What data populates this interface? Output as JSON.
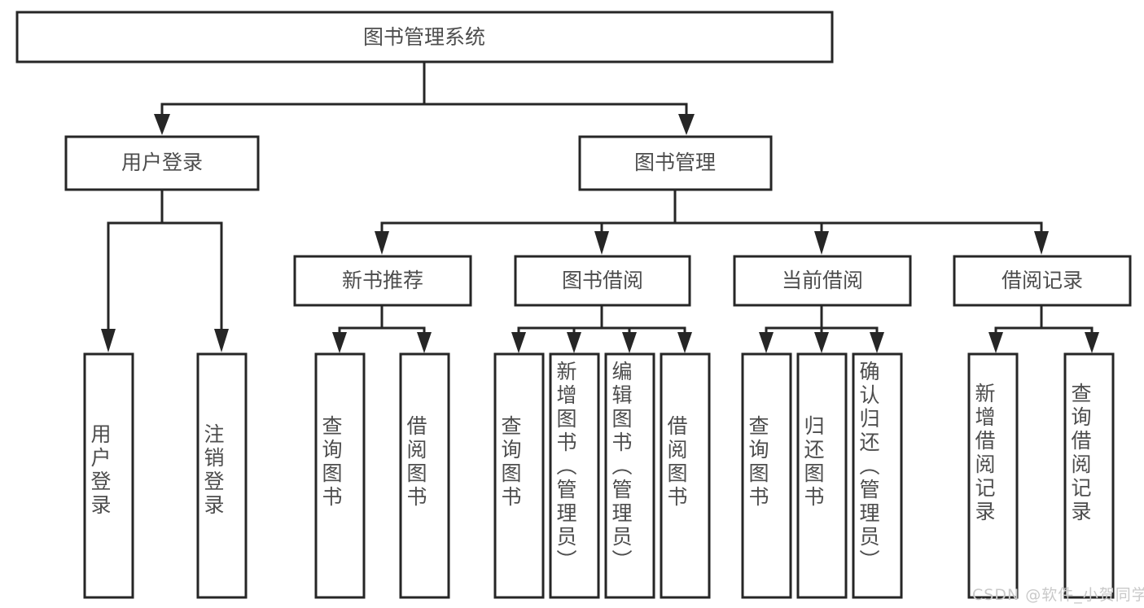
{
  "diagram": {
    "type": "tree-hierarchy",
    "title": "图书管理系统",
    "watermark": "CSDN @软件_小贺同学",
    "colors": {
      "stroke": "#262626",
      "text": "#4d4d4d",
      "background": "#ffffff",
      "watermark": "#c9c9c9"
    },
    "levels": {
      "level1": [
        {
          "id": "root",
          "label": "图书管理系统"
        }
      ],
      "level2": [
        {
          "id": "user-login",
          "label": "用户登录",
          "parent": "root"
        },
        {
          "id": "book-manage",
          "label": "图书管理",
          "parent": "root"
        }
      ],
      "level3": [
        {
          "id": "new-book-recommend",
          "label": "新书推荐",
          "parent": "book-manage"
        },
        {
          "id": "book-borrow",
          "label": "图书借阅",
          "parent": "book-manage"
        },
        {
          "id": "current-borrow",
          "label": "当前借阅",
          "parent": "book-manage"
        },
        {
          "id": "borrow-record",
          "label": "借阅记录",
          "parent": "book-manage"
        }
      ],
      "level4": [
        {
          "id": "leaf-user-login",
          "label": "用户登录",
          "parent": "user-login"
        },
        {
          "id": "leaf-logout",
          "label": "注销登录",
          "parent": "user-login"
        },
        {
          "id": "leaf-query-book-1",
          "label": "查询图书",
          "parent": "new-book-recommend"
        },
        {
          "id": "leaf-borrow-book-1",
          "label": "借阅图书",
          "parent": "new-book-recommend"
        },
        {
          "id": "leaf-query-book-2",
          "label": "查询图书",
          "parent": "book-borrow"
        },
        {
          "id": "leaf-add-book",
          "label": "新增图书（管理员）",
          "parent": "book-borrow"
        },
        {
          "id": "leaf-edit-book",
          "label": "编辑图书（管理员）",
          "parent": "book-borrow"
        },
        {
          "id": "leaf-borrow-book-2",
          "label": "借阅图书",
          "parent": "book-borrow"
        },
        {
          "id": "leaf-query-book-3",
          "label": "查询图书",
          "parent": "current-borrow"
        },
        {
          "id": "leaf-return-book",
          "label": "归还图书",
          "parent": "current-borrow"
        },
        {
          "id": "leaf-confirm-return",
          "label": "确认归还（管理员）",
          "parent": "current-borrow"
        },
        {
          "id": "leaf-add-record",
          "label": "新增借阅记录",
          "parent": "borrow-record"
        },
        {
          "id": "leaf-query-record",
          "label": "查询借阅记录",
          "parent": "borrow-record"
        }
      ]
    }
  }
}
